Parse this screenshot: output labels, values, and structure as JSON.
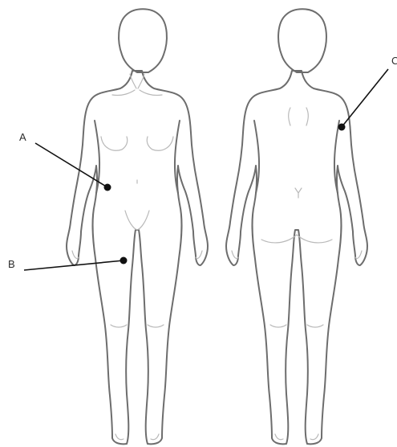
{
  "figures": [
    {
      "view": "front"
    },
    {
      "view": "back"
    }
  ],
  "markers": [
    {
      "id": "A",
      "label": "A"
    },
    {
      "id": "B",
      "label": "B"
    },
    {
      "id": "C",
      "label": "C"
    }
  ],
  "colors": {
    "outline": "#6d6d6d",
    "detail": "#b9b9b9",
    "marker": "#111111",
    "background": "#ffffff"
  }
}
